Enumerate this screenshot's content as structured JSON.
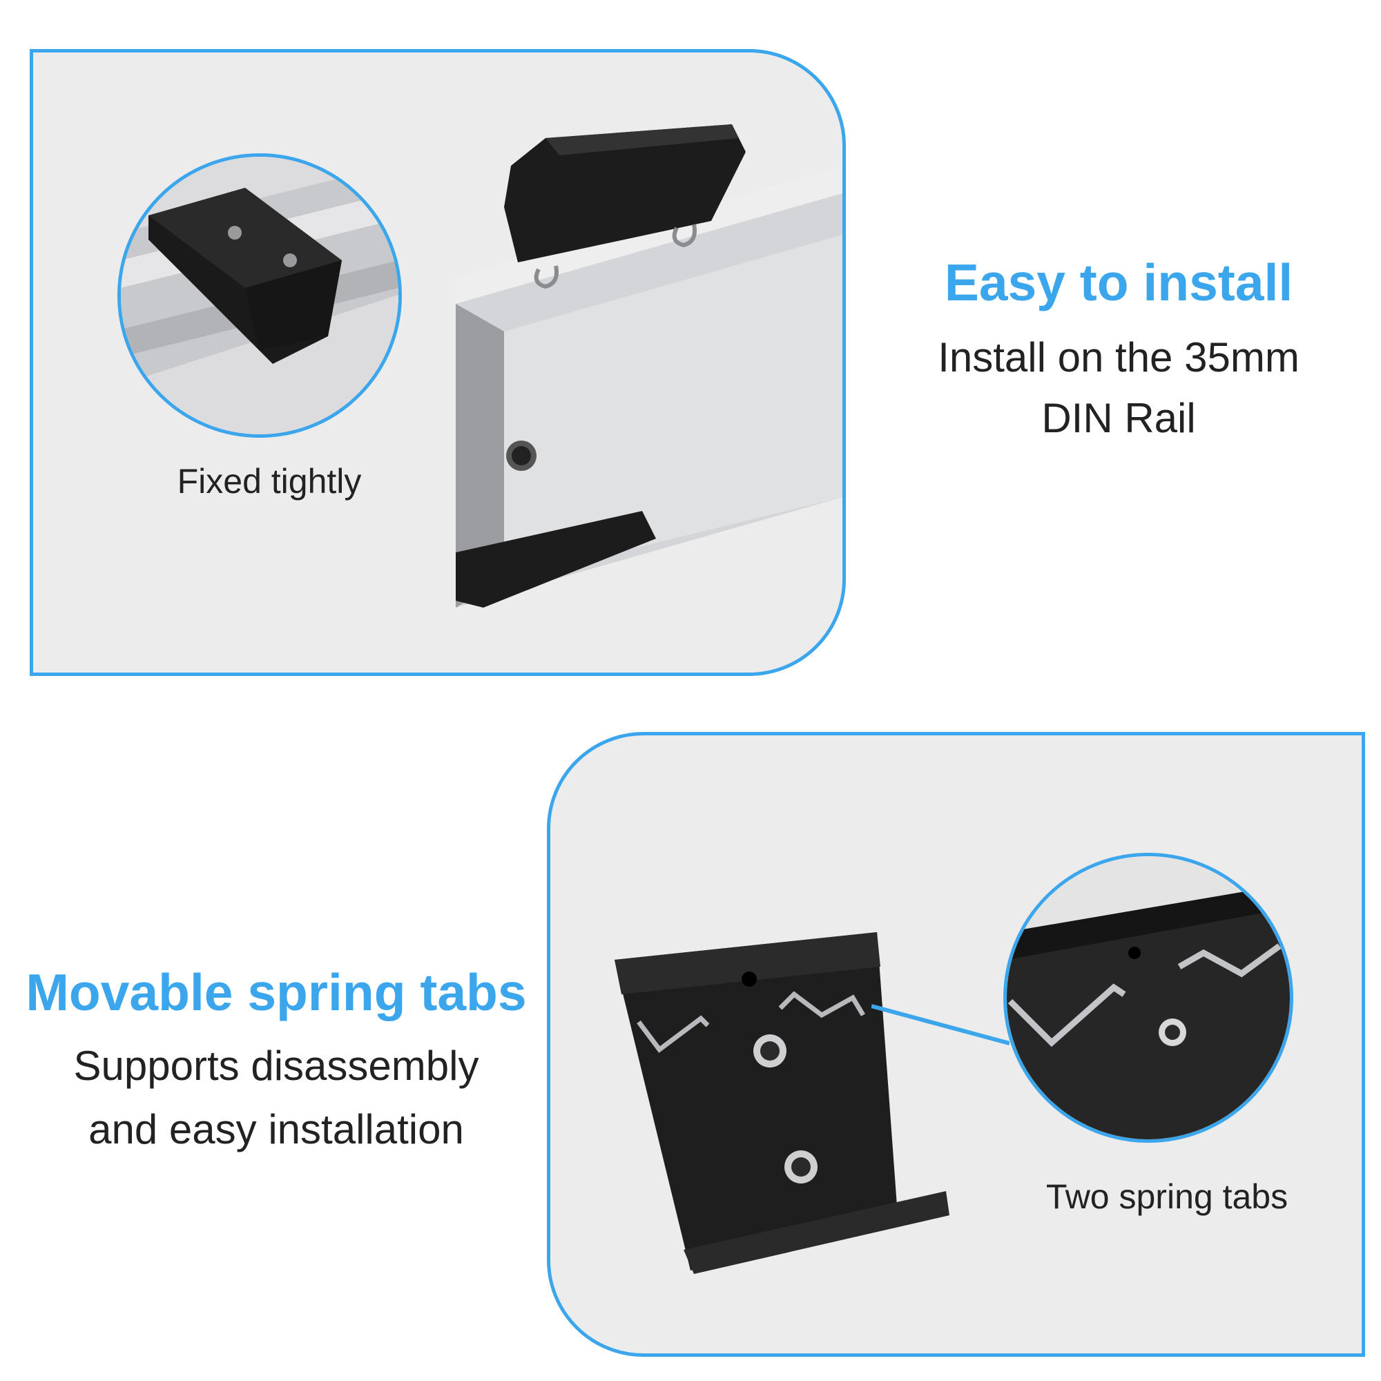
{
  "top_section": {
    "heading": "Easy to install",
    "body_line1": "Install on the 35mm",
    "body_line2": "DIN Rail",
    "zoom_caption": "Fixed tightly"
  },
  "bottom_section": {
    "heading": "Movable spring tabs",
    "body_line1": "Supports disassembly",
    "body_line2": "and easy installation",
    "zoom_caption": "Two spring tabs"
  },
  "colors": {
    "accent": "#3ba6ec",
    "panel_bg": "#ececed",
    "text": "#222222"
  }
}
